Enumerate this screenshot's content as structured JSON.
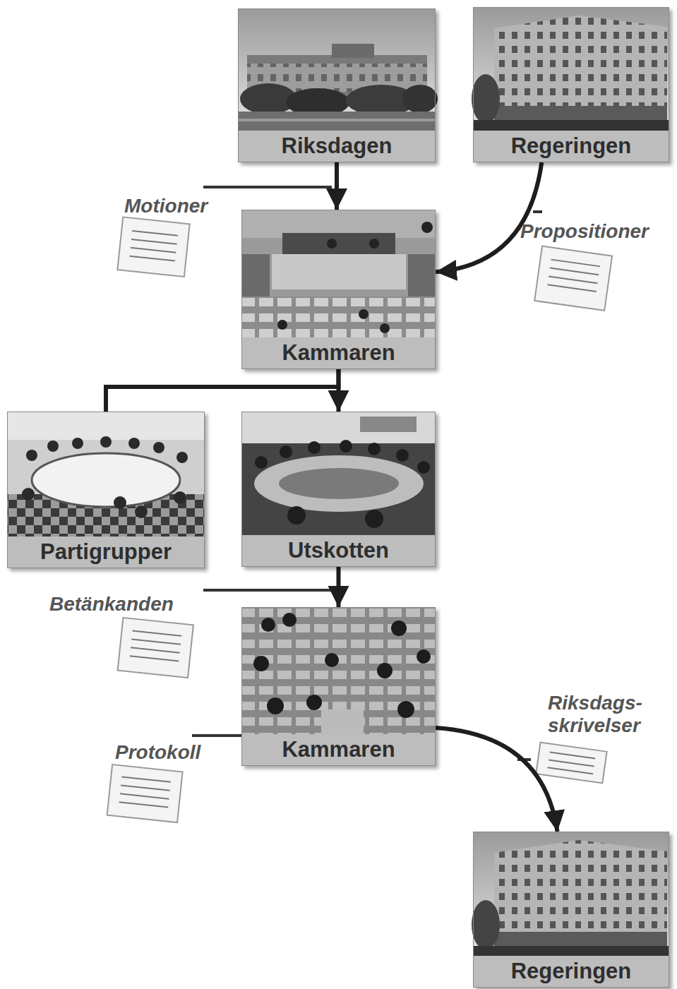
{
  "diagram": {
    "nodes": [
      {
        "text": [
          "Riksdagen"
        ]
      },
      {
        "text": [
          "Regeringen"
        ]
      },
      {
        "text": [
          "Kammaren"
        ]
      },
      {
        "text": [
          "Partigrupper"
        ]
      },
      {
        "text": [
          "Utskotten"
        ]
      },
      {
        "text": [
          "Kammaren"
        ]
      },
      {
        "text": [
          "Regeringen"
        ]
      }
    ],
    "edges": [
      {
        "from": 0,
        "to": 2,
        "arrow": "to",
        "label": "Motioner"
      },
      {
        "from": 1,
        "to": 2,
        "arrow": "to",
        "label": "Propositioner"
      },
      {
        "from": 2,
        "to": 4,
        "arrow": "to"
      },
      {
        "from": 2,
        "to": 3,
        "arrow": "none"
      },
      {
        "from": 4,
        "to": 5,
        "arrow": "to",
        "label": "Betänkanden"
      },
      {
        "from": 5,
        "to": 6,
        "arrow": "to",
        "label": "Riksdags-skrivelser"
      }
    ],
    "labels": [
      "Protokoll"
    ]
  }
}
